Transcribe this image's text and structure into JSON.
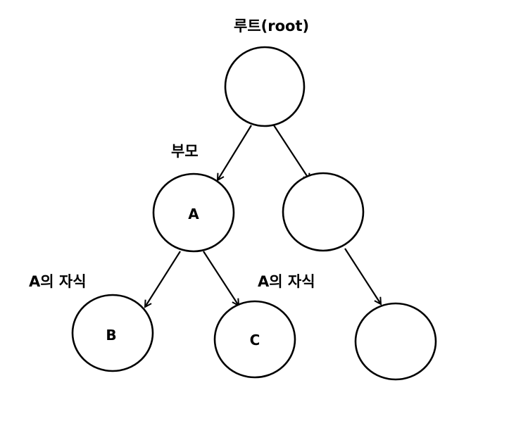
{
  "diagram": {
    "annotations": {
      "root": "루트(root)",
      "parent": "부모",
      "child_left": "A의 자식",
      "child_right": "A의 자식"
    },
    "nodes": {
      "root": "",
      "a": "A",
      "right": "",
      "b": "B",
      "c": "C",
      "right_child": ""
    },
    "colors": {
      "stroke": "#000000",
      "background": "#ffffff"
    }
  }
}
